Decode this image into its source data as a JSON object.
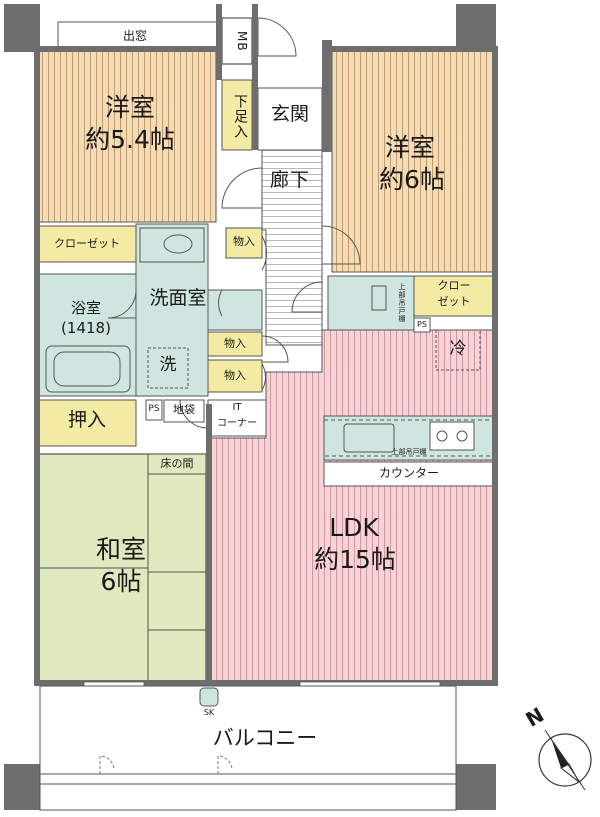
{
  "rooms": {
    "bedroom1": {
      "name": "洋室",
      "size": "約5.4帖"
    },
    "bedroom2": {
      "name": "洋室",
      "size": "約6帖"
    },
    "ldk": {
      "name": "LDK",
      "size": "約15帖"
    },
    "washitsu": {
      "name": "和室",
      "size": "6帖"
    },
    "washroom": "洗面室",
    "bath": {
      "name": "浴室",
      "size": "(1418)"
    },
    "entrance": "玄関",
    "corridor": "廊下",
    "balcony": "バルコニー"
  },
  "labels": {
    "bay_window": "出窓",
    "mb": "MB",
    "shoe_closet": "下足入",
    "closet_left": "クローゼット",
    "closet_right_1": "クロー",
    "closet_right_2": "ゼット",
    "storage_1": "物入",
    "storage_2": "物入",
    "storage_3": "物入",
    "washer": "洗",
    "fridge": "冷",
    "oshiire": "押入",
    "ps1": "PS",
    "ps2": "PS",
    "jibukuro": "地袋",
    "it_corner_1": "IT",
    "it_corner_2": "コーナー",
    "tokonoma": "床の間",
    "counter": "カウンター",
    "upper_cabinet_1": "上部吊戸棚",
    "upper_cabinet_2": "上部吊戸棚",
    "sk": "SK",
    "north": "N"
  },
  "colors": {
    "wall": "#6e6e6e",
    "western_room": "#f3ddb6",
    "ldk": "#f6d3d6",
    "washitsu": "#dfe9bf",
    "water": "#cfe6e0",
    "storage": "#f3eba4",
    "line": "#555555"
  }
}
